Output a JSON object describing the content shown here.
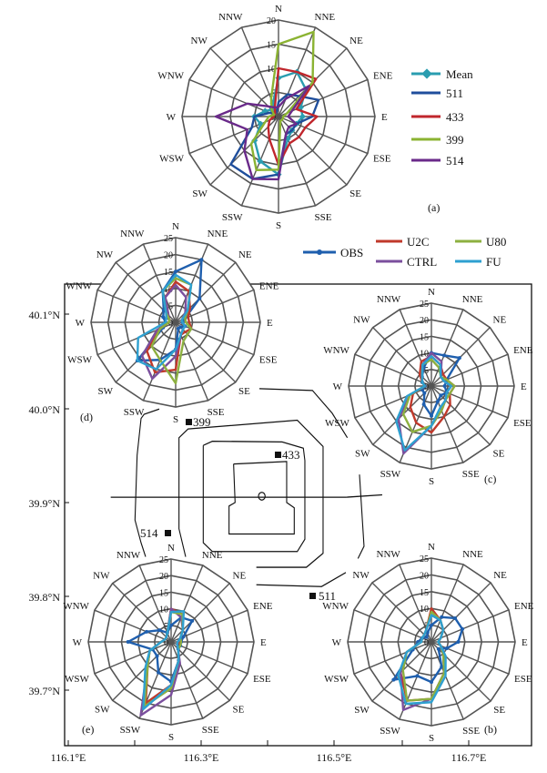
{
  "directions": [
    "N",
    "NNE",
    "NE",
    "ENE",
    "E",
    "ESE",
    "SE",
    "SSE",
    "S",
    "SSW",
    "SW",
    "WSW",
    "W",
    "WNW",
    "NW",
    "NNW"
  ],
  "chart_data": [
    {
      "type": "radar",
      "panel": "(a)",
      "rlim": [
        0,
        20
      ],
      "rticks": [
        0,
        5,
        10,
        15,
        20
      ],
      "legend": "right",
      "series": [
        {
          "name": "Mean",
          "color": "#2a9db0",
          "marker": "diamond",
          "values": [
            8,
            10,
            8,
            5,
            5,
            4,
            4,
            5,
            12,
            10,
            7,
            4,
            5,
            3,
            2,
            3
          ]
        },
        {
          "name": "511",
          "color": "#1f4e9c",
          "values": [
            3,
            5,
            6,
            9,
            7,
            4,
            4,
            4,
            12,
            14,
            14,
            6,
            5,
            2,
            1,
            1
          ]
        },
        {
          "name": "433",
          "color": "#c0262c",
          "values": [
            10,
            10,
            11,
            4,
            8,
            6,
            6,
            6,
            10,
            5,
            3,
            2,
            1,
            1,
            1,
            2
          ]
        },
        {
          "name": "399",
          "color": "#8bb332",
          "values": [
            15,
            19,
            10,
            2,
            1,
            1,
            1,
            1,
            11,
            12,
            8,
            3,
            2,
            1,
            2,
            4
          ]
        },
        {
          "name": "514",
          "color": "#6a2a8a",
          "values": [
            2,
            4,
            9,
            3,
            2,
            4,
            3,
            4,
            13,
            14,
            10,
            7,
            13,
            7,
            3,
            2
          ]
        }
      ]
    },
    {
      "type": "radar",
      "panel": "(d)",
      "rlim": [
        0,
        25
      ],
      "rticks": [
        0,
        5,
        10,
        15,
        20,
        25
      ],
      "series": [
        {
          "name": "OBS",
          "color": "#1f5fae",
          "marker": "dot",
          "values": [
            15,
            20,
            10,
            3,
            2,
            3,
            2,
            2,
            8,
            12,
            16,
            4,
            3,
            4,
            5,
            10
          ]
        },
        {
          "name": "U2C",
          "color": "#c0392b",
          "values": [
            12,
            10,
            6,
            4,
            4,
            5,
            4,
            4,
            14,
            16,
            12,
            5,
            2,
            2,
            3,
            8
          ]
        },
        {
          "name": "CTRL",
          "color": "#7b4f9d",
          "values": [
            11,
            8,
            4,
            2,
            2,
            3,
            3,
            4,
            10,
            18,
            14,
            6,
            2,
            2,
            3,
            8
          ]
        },
        {
          "name": "U80",
          "color": "#8db040",
          "values": [
            13,
            12,
            5,
            3,
            3,
            5,
            5,
            6,
            18,
            12,
            10,
            5,
            2,
            2,
            4,
            10
          ]
        },
        {
          "name": "FU",
          "color": "#2ea0d0",
          "values": [
            14,
            12,
            5,
            2,
            2,
            3,
            3,
            4,
            8,
            15,
            16,
            12,
            3,
            3,
            4,
            10
          ]
        }
      ]
    },
    {
      "type": "radar",
      "panel": "(c)",
      "rlim": [
        0,
        25
      ],
      "rticks": [
        0,
        5,
        10,
        15,
        20,
        25
      ],
      "series": [
        {
          "name": "OBS",
          "color": "#1f5fae",
          "marker": "dot",
          "values": [
            10,
            10,
            12,
            5,
            4,
            5,
            4,
            5,
            9,
            6,
            3,
            3,
            2,
            3,
            4,
            6
          ]
        },
        {
          "name": "U2C",
          "color": "#c0392b",
          "values": [
            9,
            7,
            5,
            5,
            7,
            6,
            8,
            10,
            14,
            12,
            9,
            6,
            2,
            3,
            5,
            8
          ]
        },
        {
          "name": "CTRL",
          "color": "#7b4f9d",
          "values": [
            10,
            8,
            4,
            4,
            6,
            5,
            6,
            8,
            12,
            22,
            14,
            7,
            2,
            3,
            4,
            7
          ]
        },
        {
          "name": "U80",
          "color": "#8db040",
          "values": [
            8,
            6,
            4,
            5,
            7,
            6,
            6,
            8,
            12,
            15,
            12,
            7,
            2,
            3,
            4,
            7
          ]
        },
        {
          "name": "FU",
          "color": "#2ea0d0",
          "values": [
            9,
            7,
            4,
            4,
            6,
            5,
            6,
            7,
            12,
            21,
            15,
            8,
            2,
            3,
            4,
            7
          ]
        }
      ]
    },
    {
      "type": "radar",
      "panel": "(e)",
      "rlim": [
        0,
        25
      ],
      "rticks": [
        0,
        5,
        10,
        15,
        20,
        25
      ],
      "series": [
        {
          "name": "OBS",
          "color": "#1f5fae",
          "marker": "dot",
          "values": [
            5,
            8,
            9,
            4,
            3,
            3,
            3,
            6,
            12,
            10,
            6,
            6,
            13,
            8,
            5,
            3
          ]
        },
        {
          "name": "U2C",
          "color": "#c0392b",
          "values": [
            10,
            9,
            5,
            3,
            3,
            2,
            3,
            6,
            13,
            20,
            10,
            7,
            3,
            2,
            2,
            3
          ]
        },
        {
          "name": "CTRL",
          "color": "#7b4f9d",
          "values": [
            10,
            8,
            5,
            3,
            2,
            2,
            3,
            7,
            16,
            24,
            10,
            7,
            3,
            2,
            2,
            3
          ]
        },
        {
          "name": "U80",
          "color": "#8db040",
          "values": [
            9,
            9,
            5,
            3,
            3,
            3,
            3,
            6,
            14,
            21,
            10,
            7,
            3,
            2,
            2,
            3
          ]
        },
        {
          "name": "FU",
          "color": "#2ea0d0",
          "values": [
            9,
            10,
            5,
            3,
            2,
            2,
            3,
            6,
            13,
            22,
            11,
            7,
            3,
            2,
            2,
            3
          ]
        }
      ]
    },
    {
      "type": "radar",
      "panel": "(b)",
      "rlim": [
        0,
        25
      ],
      "rticks": [
        0,
        5,
        10,
        15,
        20,
        25
      ],
      "series": [
        {
          "name": "OBS",
          "color": "#1f5fae",
          "marker": "dot",
          "values": [
            5,
            8,
            10,
            10,
            8,
            5,
            3,
            8,
            12,
            11,
            16,
            6,
            4,
            3,
            2,
            3
          ]
        },
        {
          "name": "U2C",
          "color": "#c0392b",
          "values": [
            10,
            7,
            5,
            3,
            2,
            3,
            5,
            10,
            17,
            19,
            13,
            8,
            3,
            3,
            3,
            4
          ]
        },
        {
          "name": "CTRL",
          "color": "#7b4f9d",
          "values": [
            8,
            7,
            5,
            3,
            2,
            3,
            5,
            10,
            17,
            22,
            13,
            8,
            3,
            3,
            3,
            4
          ]
        },
        {
          "name": "U80",
          "color": "#8db040",
          "values": [
            9,
            7,
            5,
            3,
            2,
            3,
            5,
            10,
            17,
            19,
            12,
            8,
            3,
            3,
            3,
            4
          ]
        },
        {
          "name": "FU",
          "color": "#2ea0d0",
          "values": [
            8,
            7,
            5,
            3,
            2,
            3,
            6,
            11,
            18,
            20,
            14,
            8,
            3,
            3,
            3,
            4
          ]
        }
      ]
    }
  ],
  "map": {
    "lat_labels": [
      "40.1°N",
      "40.0°N",
      "39.9°N",
      "39.8°N",
      "39.7°N"
    ],
    "lon_labels": [
      "116.1°E",
      "116.3°E",
      "116.5°E",
      "116.7°E"
    ],
    "stations": [
      {
        "id": "399"
      },
      {
        "id": "433"
      },
      {
        "id": "514"
      },
      {
        "id": "511"
      }
    ]
  }
}
